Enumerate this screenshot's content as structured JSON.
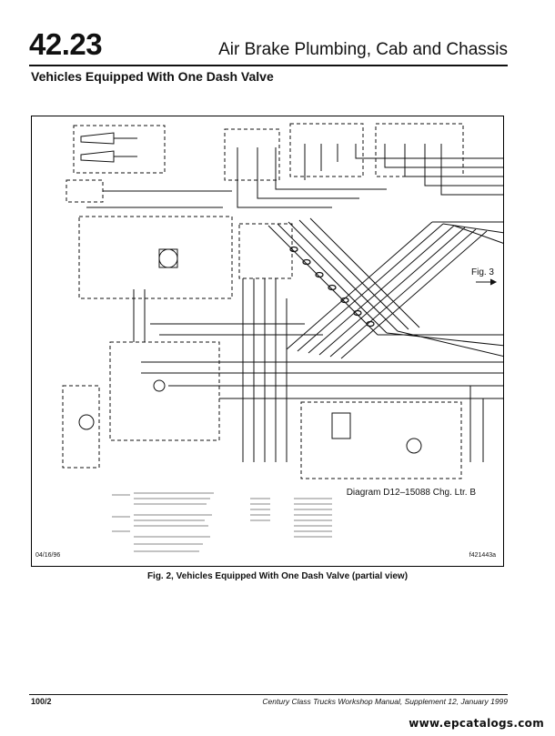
{
  "header": {
    "section_number": "42.23",
    "title": "Air Brake Plumbing, Cab and Chassis"
  },
  "subtitle": "Vehicles Equipped With One Dash Valve",
  "figure": {
    "side_reference": "Fig. 3",
    "diagram_reference": "Diagram D12–15088 Chg. Ltr. B",
    "date": "04/16/96",
    "part_number": "f421443a",
    "caption": "Fig. 2, Vehicles Equipped With One Dash Valve (partial view)"
  },
  "footer": {
    "page": "100/2",
    "text": "Century Class Trucks Workshop Manual, Supplement 12, January 1999"
  },
  "watermark": "www.epcatalogs.com"
}
